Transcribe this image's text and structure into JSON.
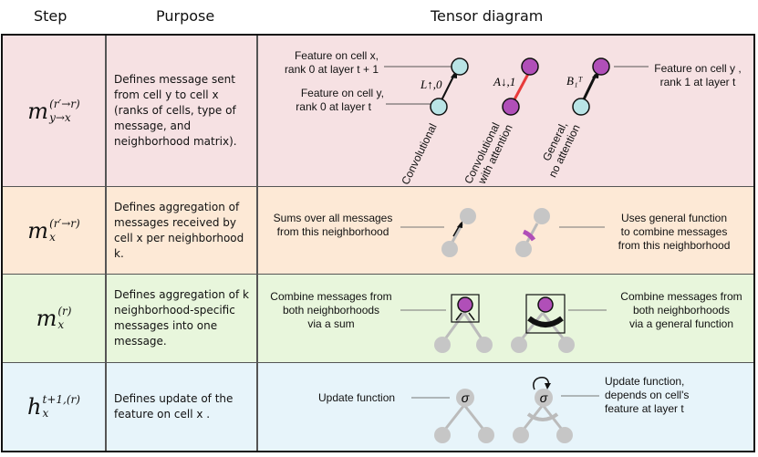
{
  "headers": {
    "step": "Step",
    "purpose": "Purpose",
    "tensor": "Tensor diagram"
  },
  "colors": {
    "row1": "#f6e1e3",
    "row2": "#fde9d6",
    "row3": "#e8f6dc",
    "row4": "#e7f4fa",
    "cyan_node": "#b9e4e6",
    "purple_node": "#b04fb8",
    "gray_node": "#c6c6c6",
    "red_edge": "#e83a3a"
  },
  "rows": [
    {
      "step_main": "m",
      "step_sub": "y→x",
      "step_sup": "(r′→r)",
      "purpose": "Defines message sent from cell y to cell x (ranks of cells, type of message, and neighborhood matrix).",
      "labels": {
        "feat_x_1": "Feature on cell x,",
        "feat_x_2": "rank 0 at layer t + 1",
        "feat_y_1": "Feature on cell y,",
        "feat_y_2": "rank 0 at layer t",
        "feat_y1_1": "Feature on cell y ,",
        "feat_y1_2": "rank 1 at layer t",
        "L": "L↑,0",
        "A": "A↓,1",
        "B": "B₁ᵀ",
        "conv": "Convolutional",
        "conv_att_1": "Convolutional",
        "conv_att_2": "with attention",
        "gen_1": "General,",
        "gen_2": "no attention"
      }
    },
    {
      "step_main": "m",
      "step_sub": "x",
      "step_sup": "(r′→r)",
      "purpose": "Defines aggregation of messages received by cell x per neighborhood k.",
      "labels": {
        "sum_1": "Sums over all messages",
        "sum_2": "from this neighborhood",
        "gen_1": "Uses general function",
        "gen_2": "to combine messages",
        "gen_3": "from this neighborhood"
      }
    },
    {
      "step_main": "m",
      "step_sub": "x",
      "step_sup": "(r)",
      "purpose": "Defines aggregation of k neighborhood-specific messages into one message.",
      "labels": {
        "sum_1": "Combine messages from",
        "sum_2": "both neighborhoods",
        "sum_3": "via a sum",
        "gen_1": "Combine messages from",
        "gen_2": "both neighborhoods",
        "gen_3": "via a general function"
      }
    },
    {
      "step_main": "h",
      "step_sub": "x",
      "step_sup": "t+1,(r)",
      "purpose": "Defines update of the feature on cell x .",
      "labels": {
        "upd": "Update function",
        "sigma": "σ",
        "upd2_1": "Update function,",
        "upd2_2": "depends on cell's",
        "upd2_3": "feature at layer t"
      }
    }
  ]
}
